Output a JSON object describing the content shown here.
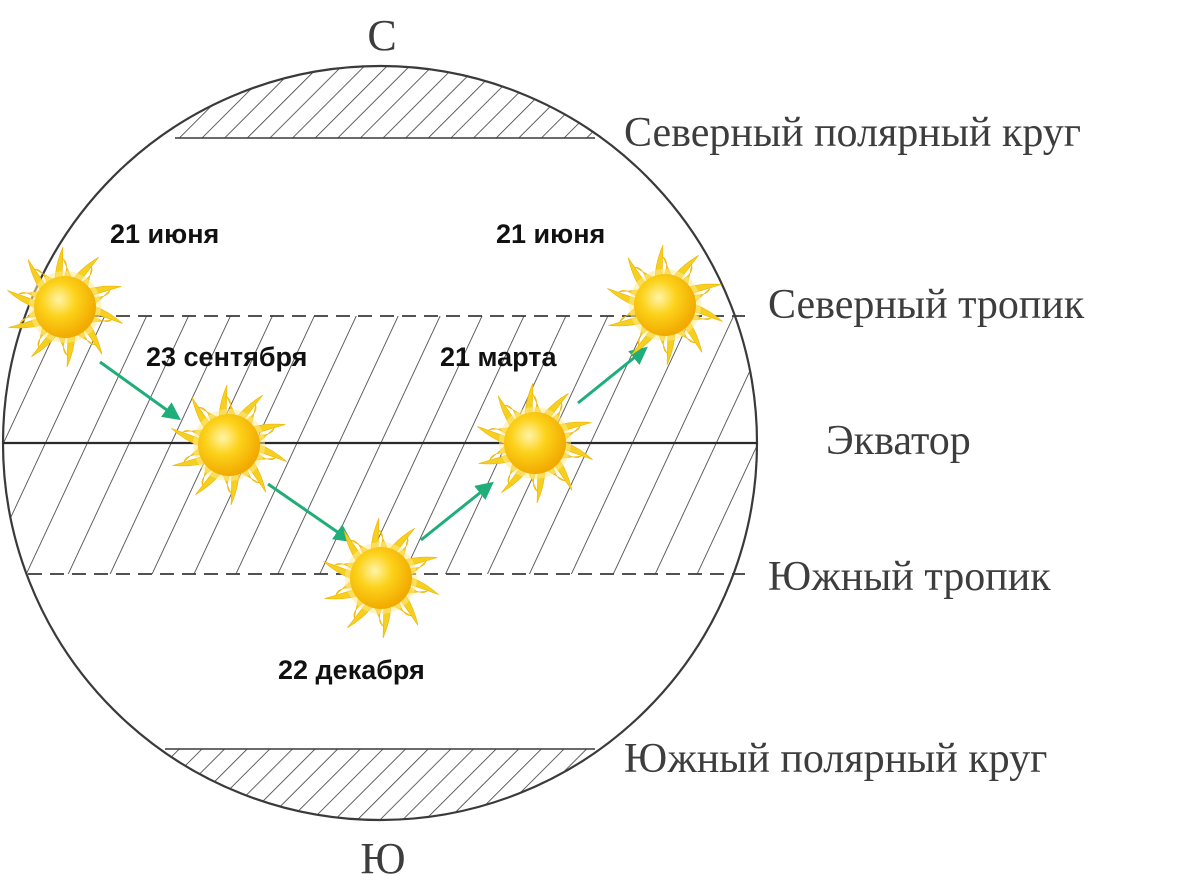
{
  "poles": {
    "north": "С",
    "south": "Ю"
  },
  "lines": {
    "arctic_circle": "Северный полярный круг",
    "tropic_north": "Северный тропик",
    "equator": "Экватор",
    "tropic_south": "Южный тропик",
    "antarctic_circle": "Южный полярный круг"
  },
  "sun_dates": {
    "june_left": "21 июня",
    "september": "23 сентября",
    "december": "22 декабря",
    "march": "21 марта",
    "june_right": "21 июня"
  },
  "colors": {
    "outline": "#3a3a3a",
    "arrow": "#1fae7a",
    "sun_core": "#f7c10a",
    "sun_rays": "#f5d020"
  }
}
